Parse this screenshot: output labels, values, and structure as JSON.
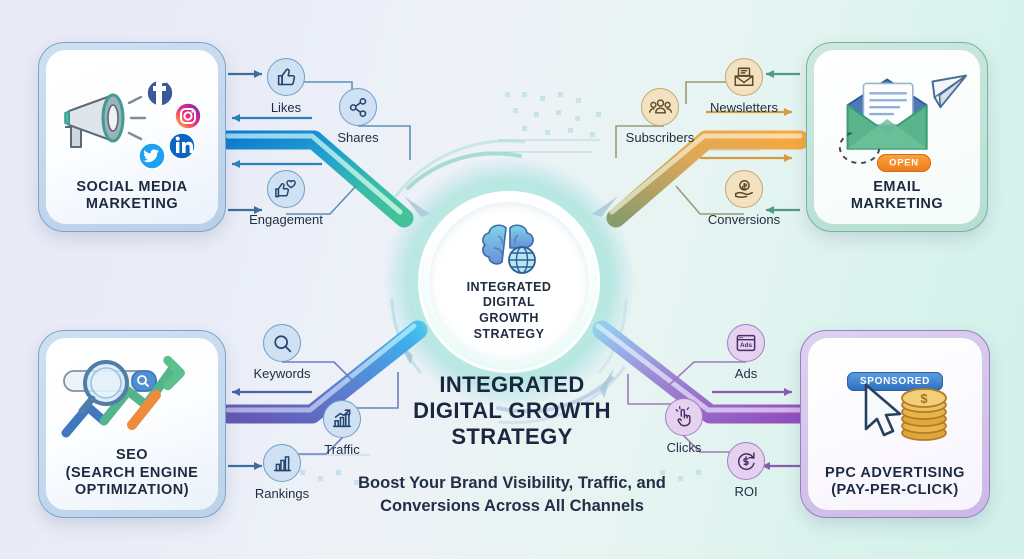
{
  "hub": {
    "icon": "brain-globe-icon",
    "title_line1": "INTEGRATED",
    "title_line2": "DIGITAL",
    "title_line3": "STRATEGY",
    "title_mid": "GROWTH"
  },
  "headline": {
    "line1": "INTEGRATED",
    "line2": "DIGITAL GROWTH",
    "line3": "STRATEGY",
    "subtitle_line1": "Boost Your Brand Visibility, Traffic, and",
    "subtitle_line2": "Conversions Across All Channels"
  },
  "cards": [
    {
      "id": "social",
      "title_line1": "SOCIAL MEDIA",
      "title_line2": "MARKETING",
      "icons": [
        "megaphone-icon",
        "facebook-icon",
        "instagram-icon",
        "linkedin-icon",
        "twitter-icon"
      ],
      "accent": "#7ea3c8"
    },
    {
      "id": "email",
      "title_line1": "EMAIL",
      "title_line2": "MARKETING",
      "icons": [
        "envelope-icon",
        "paper-plane-icon"
      ],
      "badge": "OPEN",
      "accent": "#6fb6a0"
    },
    {
      "id": "seo",
      "title_line1": "SEO",
      "title_line2": "(SEARCH ENGINE",
      "title_line3": "OPTIMIZATION)",
      "icons": [
        "magnifier-icon",
        "search-bar-icon",
        "growth-arrow-icon"
      ],
      "accent": "#7ea3c8"
    },
    {
      "id": "ppc",
      "title_line1": "PPC ADVERTISING",
      "title_line2": "(PAY-PER-CLICK)",
      "icons": [
        "cursor-icon",
        "coins-icon"
      ],
      "badge": "SPONSORED",
      "accent": "#9b7cc4"
    }
  ],
  "metrics": [
    {
      "id": "likes",
      "label": "Likes",
      "icon": "thumbs-up-icon",
      "group": "social"
    },
    {
      "id": "shares",
      "label": "Shares",
      "icon": "share-nodes-icon",
      "group": "social"
    },
    {
      "id": "engagement",
      "label": "Engagement",
      "icon": "thumbs-up-heart-icon",
      "group": "social"
    },
    {
      "id": "newsletters",
      "label": "Newsletters",
      "icon": "newsletter-icon",
      "group": "email"
    },
    {
      "id": "subscribers",
      "label": "Subscribers",
      "icon": "users-group-icon",
      "group": "email"
    },
    {
      "id": "conversions",
      "label": "Conversions",
      "icon": "hand-dollar-icon",
      "group": "email"
    },
    {
      "id": "keywords",
      "label": "Keywords",
      "icon": "magnifier-icon",
      "group": "seo"
    },
    {
      "id": "traffic",
      "label": "Traffic",
      "icon": "bar-chart-arrow-icon",
      "group": "seo"
    },
    {
      "id": "rankings",
      "label": "Rankings",
      "icon": "bar-chart-icon",
      "group": "seo"
    },
    {
      "id": "ads",
      "label": "Ads",
      "icon": "ads-window-icon",
      "group": "ppc"
    },
    {
      "id": "clicks",
      "label": "Clicks",
      "icon": "click-hand-icon",
      "group": "ppc"
    },
    {
      "id": "roi",
      "label": "ROI",
      "icon": "roi-dollar-icon",
      "group": "ppc"
    }
  ],
  "colors": {
    "background_left": "#e8eaf6",
    "background_right": "#d2f1ea",
    "pipe_social_start": "#1a7fd4",
    "pipe_social_end": "#3fbfa0",
    "pipe_email_start": "#f0a03c",
    "pipe_email_end": "#8f9e6a",
    "pipe_seo_start": "#6a5bb5",
    "pipe_seo_end": "#39b7ef",
    "pipe_ppc_start": "#8fc9ef",
    "pipe_ppc_end": "#9456bd",
    "text_dark": "#1b2740"
  }
}
